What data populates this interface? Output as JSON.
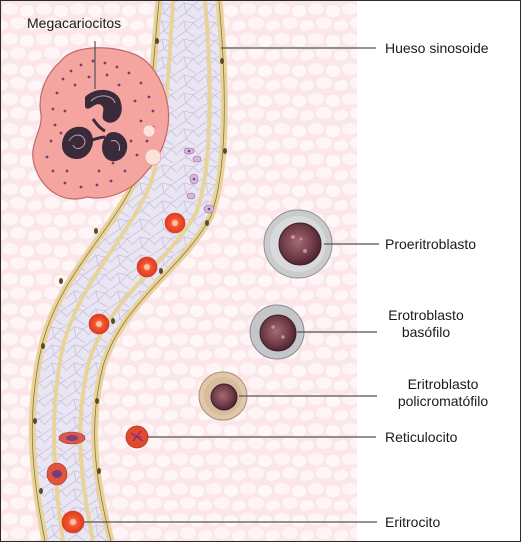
{
  "labels": {
    "megacariocitos": "Megacariocitos",
    "hueso_sinosoide": "Hueso sinosoide",
    "proeritroblasto": "Proeritroblasto",
    "erotroblasto_l1": "Erotroblasto",
    "erotroblasto_l2": "basófilo",
    "eritroblasto_l1": "Eritroblasto",
    "eritroblasto_l2": "policromatófilo",
    "reticulocito": "Reticulocito",
    "eritrocito": "Eritrocito"
  },
  "colors": {
    "background_tissue": "#fbe7ea",
    "vessel_wall": "#e8d49a",
    "vessel_lumen": "#e8e4f2",
    "erythrocyte": "#f04a2a",
    "megakaryocyte": "#f4a5a0",
    "nucleus": "#6e3a46",
    "leader_line": "#555555"
  }
}
